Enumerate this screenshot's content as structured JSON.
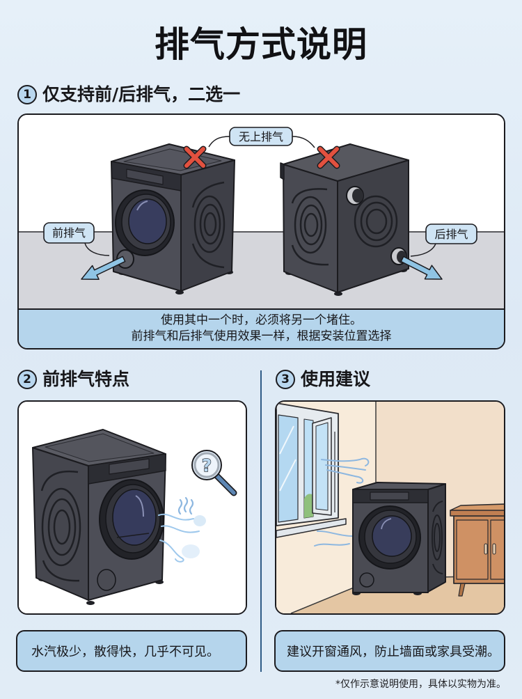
{
  "page": {
    "title": "排气方式说明",
    "footnote": "*仅作示意说明使用，具体以实物为准。"
  },
  "theme": {
    "background": "#e2edf7",
    "accent_blue": "#b5d5ec",
    "badge_fill": "#b9d7ef",
    "divider": "#2e5b86",
    "warning_red": "#e2513f",
    "arrow_blue": "#8fc4e4",
    "border": "#1b1b1f"
  },
  "icons": {
    "no_vent": "red-cross-icon",
    "airflow": "exhaust-arrow-icon",
    "inspect": "magnifier-question-icon",
    "steam": "steam-wisp-icon",
    "wind": "wind-icon"
  },
  "sections": [
    {
      "number": "1",
      "heading": "仅支持前/后排气，二选一",
      "callouts": {
        "top": "无上排气",
        "front": "前排气",
        "rear": "后排气"
      },
      "notes": [
        "使用其中一个时，必须将另一个堵住。",
        "前排气和后排气使用效果一样，根据安装位置选择"
      ]
    },
    {
      "number": "2",
      "heading": "前排气特点",
      "magnifier_glyph": "?",
      "caption": "水汽极少，散得快，几乎不可见。"
    },
    {
      "number": "3",
      "heading": "使用建议",
      "caption": "建议开窗通风，防止墙面或家具受潮。"
    }
  ]
}
